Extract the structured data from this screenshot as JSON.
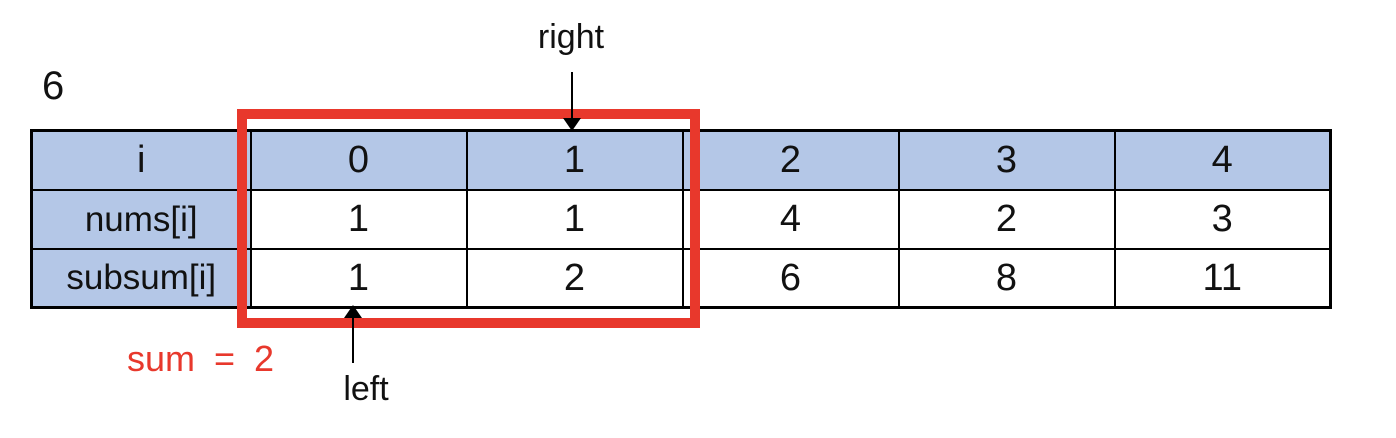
{
  "annotations": {
    "count": "6",
    "right_pointer": "right",
    "left_pointer": "left",
    "sum": "sum = 2"
  },
  "table": {
    "header": [
      "i",
      "0",
      "1",
      "2",
      "3",
      "4"
    ],
    "rows": [
      {
        "label": "nums[i]",
        "values": [
          "1",
          "1",
          "4",
          "2",
          "3"
        ]
      },
      {
        "label": "subsum[i]",
        "values": [
          "1",
          "2",
          "6",
          "8",
          "11"
        ]
      }
    ]
  },
  "window": {
    "covers_indices": [
      0,
      1
    ]
  },
  "colors": {
    "header_fill": "#b4c7e7",
    "window_stroke": "#e8382c",
    "sum_text": "#e8382c",
    "table_border": "#000000"
  }
}
